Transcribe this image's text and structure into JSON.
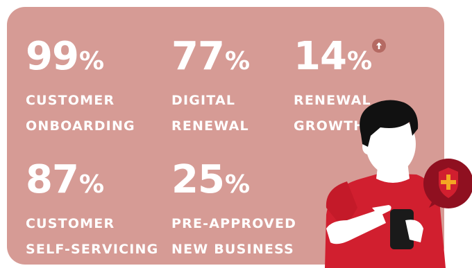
{
  "stats": [
    {
      "value": "99",
      "unit": "%",
      "label_line1": "CUSTOMER",
      "label_line2": "ONBOARDING"
    },
    {
      "value": "77",
      "unit": "%",
      "label_line1": "DIGITAL",
      "label_line2": "RENEWAL"
    },
    {
      "value": "14",
      "unit": "%",
      "label_line1": "RENEWAL",
      "label_line2": "GROWTH"
    },
    {
      "value": "87",
      "unit": "%",
      "label_line1": "CUSTOMER",
      "label_line2": "SELF-SERVICING"
    },
    {
      "value": "25",
      "unit": "%",
      "label_line1": "PRE-APPROVED",
      "label_line2": "NEW BUSINESS"
    }
  ],
  "colors": {
    "panel": "#d69b95",
    "text": "#ffffff",
    "badge": "#b56a63",
    "shirt": "#d11f2f",
    "shield_bubble": "#8f1020",
    "shield": "#d11f2f",
    "plus": "#f4a623",
    "phone": "#1a1a1a"
  },
  "icons": {
    "growth_badge": "arrow-up-icon",
    "insurance_bubble": "shield-plus-icon"
  }
}
